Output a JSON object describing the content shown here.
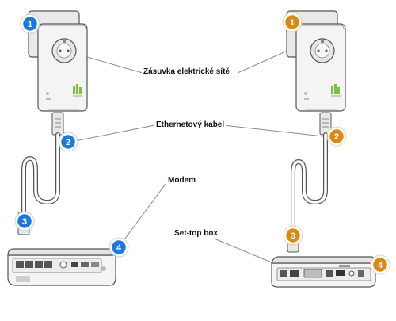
{
  "labels": {
    "socket": "Zásuvka elektrické sítě",
    "ethernet": "Ethernetový kabel",
    "modem": "Modem",
    "stb": "Set-top box"
  },
  "markers": {
    "left": {
      "one": "1",
      "two": "2",
      "three": "3",
      "four": "4"
    },
    "right": {
      "one": "1",
      "two": "2",
      "three": "3",
      "four": "4"
    }
  },
  "colors": {
    "left_marker": "#1f79d6",
    "right_marker": "#d98a16",
    "leader_line": "#8a8a8a",
    "device_outline": "#555555",
    "device_body": "#f4f4f4",
    "cable": "#ffffff",
    "led_green": "#7cc242"
  }
}
